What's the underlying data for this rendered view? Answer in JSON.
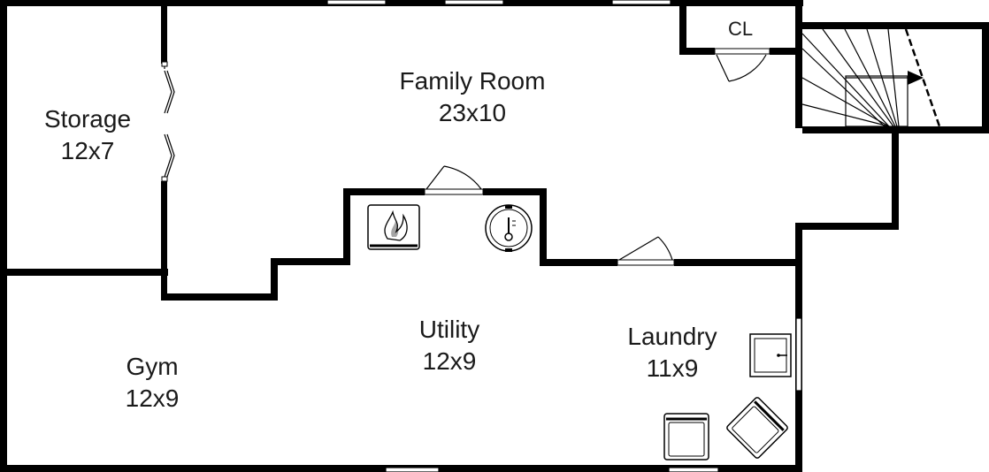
{
  "rooms": {
    "storage": {
      "name": "Storage",
      "dims": "12x7"
    },
    "family_room": {
      "name": "Family Room",
      "dims": "23x10"
    },
    "closet": {
      "name": "CL"
    },
    "gym": {
      "name": "Gym",
      "dims": "12x9"
    },
    "utility": {
      "name": "Utility",
      "dims": "12x9"
    },
    "laundry": {
      "name": "Laundry",
      "dims": "11x9"
    }
  },
  "icons": {
    "furnace": "furnace-flame-icon",
    "water_heater": "water-heater-thermometer-icon",
    "sink": "sink-icon",
    "washer": "washer-icon",
    "dryer": "dryer-icon",
    "stairs": "staircase-icon"
  },
  "colors": {
    "wall": "#000000",
    "background": "#ffffff"
  }
}
